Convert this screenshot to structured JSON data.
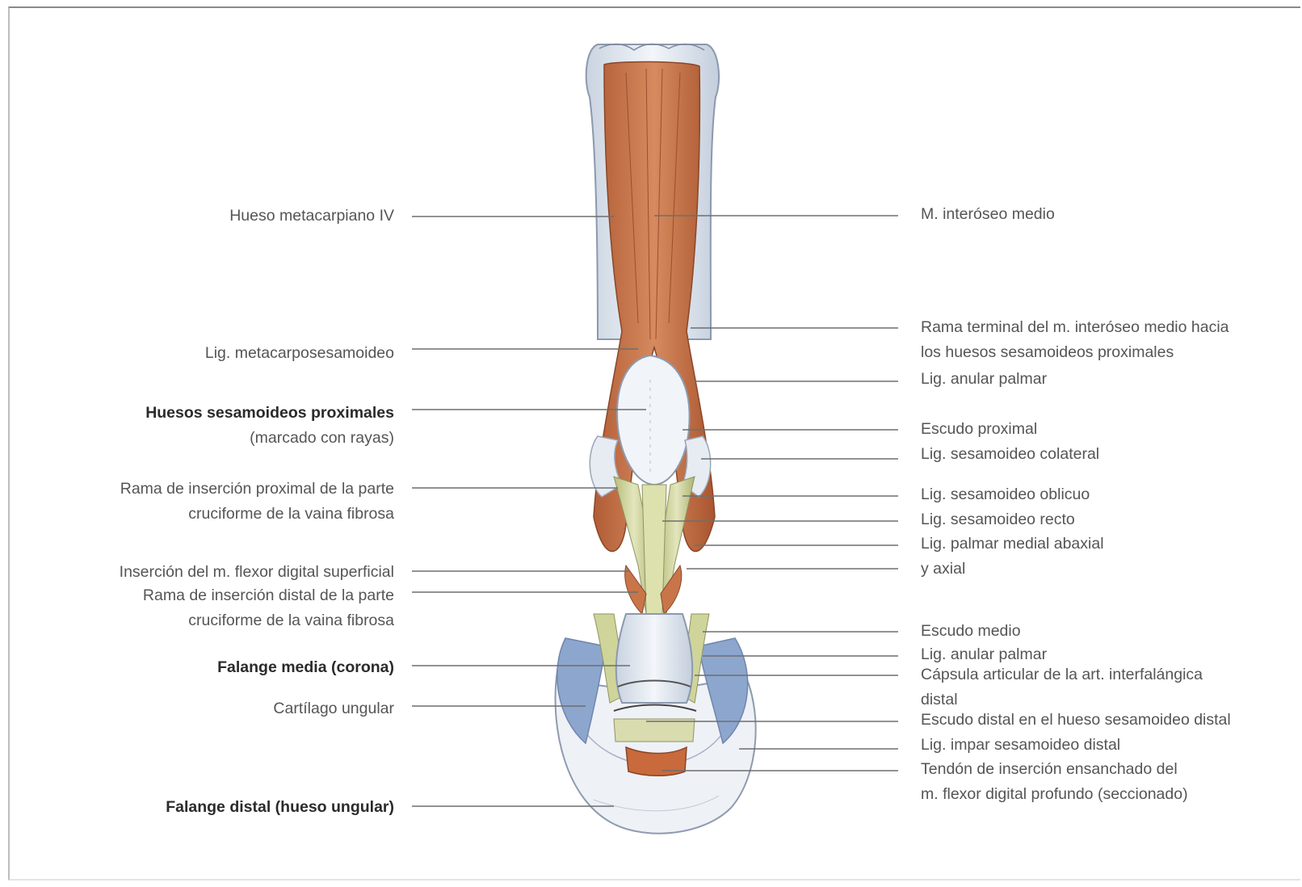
{
  "figure": {
    "left_labels": [
      {
        "id": "hueso-metacarpiano-iv",
        "lines": [
          "Hueso metacarpiano IV"
        ],
        "bold": false
      },
      {
        "id": "lig-metacarposesamoideo",
        "lines": [
          "Lig. metacarposesamoideo"
        ],
        "bold": false
      },
      {
        "id": "huesos-sesamoideos-proximales",
        "lines": [
          "Huesos sesamoideos proximales",
          "(marcado con rayas)"
        ],
        "bold": true
      },
      {
        "id": "rama-insercion-proximal",
        "lines": [
          "Rama de inserción proximal de la parte",
          "cruciforme de la vaina fibrosa"
        ],
        "bold": false
      },
      {
        "id": "insercion-flexor-superficial",
        "lines": [
          "Inserción del m. flexor digital superficial"
        ],
        "bold": false
      },
      {
        "id": "rama-insercion-distal",
        "lines": [
          "Rama de inserción distal de la parte",
          "cruciforme de la vaina fibrosa"
        ],
        "bold": false
      },
      {
        "id": "falange-media",
        "lines": [
          "Falange media (corona)"
        ],
        "bold": true
      },
      {
        "id": "cartilago-ungular",
        "lines": [
          "Cartílago ungular"
        ],
        "bold": false
      },
      {
        "id": "falange-distal",
        "lines": [
          "Falange distal (hueso ungular)"
        ],
        "bold": true
      }
    ],
    "right_labels": [
      {
        "id": "m-interoseo-medio",
        "lines": [
          "M. interóseo medio"
        ]
      },
      {
        "id": "rama-terminal",
        "lines": [
          "Rama terminal del m. interóseo medio hacia",
          "los huesos sesamoideos proximales"
        ]
      },
      {
        "id": "lig-anular-palmar-1",
        "lines": [
          "Lig. anular palmar"
        ]
      },
      {
        "id": "escudo-proximal",
        "lines": [
          "Escudo proximal"
        ]
      },
      {
        "id": "lig-sesamoideo-colateral",
        "lines": [
          "Lig. sesamoideo colateral"
        ]
      },
      {
        "id": "lig-sesamoideo-oblicuo",
        "lines": [
          "Lig. sesamoideo oblicuo"
        ]
      },
      {
        "id": "lig-sesamoideo-recto",
        "lines": [
          "Lig. sesamoideo recto"
        ]
      },
      {
        "id": "lig-palmar-medial",
        "lines": [
          "Lig. palmar medial abaxial",
          "y axial"
        ]
      },
      {
        "id": "escudo-medio",
        "lines": [
          "Escudo medio"
        ]
      },
      {
        "id": "lig-anular-palmar-2",
        "lines": [
          "Lig. anular palmar"
        ]
      },
      {
        "id": "capsula-articular",
        "lines": [
          "Cápsula articular de la art. interfalángica",
          "distal"
        ]
      },
      {
        "id": "escudo-distal",
        "lines": [
          "Escudo distal en el hueso sesamoideo distal"
        ]
      },
      {
        "id": "lig-impar",
        "lines": [
          "Lig. impar sesamoideo distal"
        ]
      },
      {
        "id": "tendon-insercion",
        "lines": [
          "Tendón de inserción ensanchado del",
          "m. flexor digital profundo (seccionado)"
        ]
      }
    ],
    "colors": {
      "muscle": "#c8754a",
      "muscle_dark": "#9c4e2c",
      "bone": "#eef2f7",
      "bone_outline": "#9aa7b8",
      "ligament": "#d8dcae",
      "cartilage": "#8fa8cf",
      "leader_line": "#6e6e6e"
    }
  }
}
